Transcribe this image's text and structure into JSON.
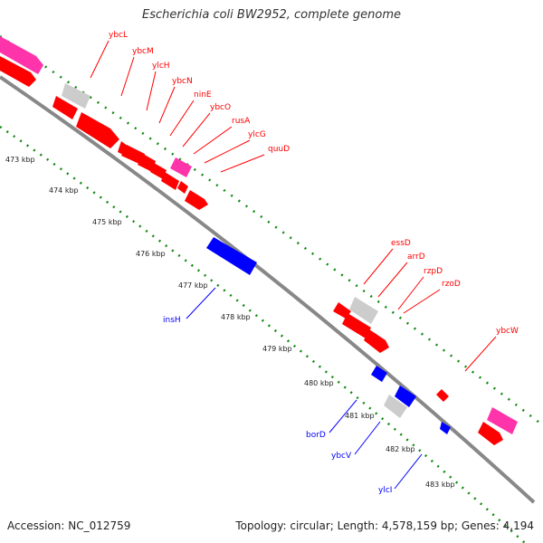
{
  "title": "Escherichia coli BW2952, complete genome",
  "footer": {
    "accession": "Accession: NC_012759",
    "stats": "Topology: circular; Length: 4,578,159 bp; Genes: 4,194"
  },
  "colors": {
    "forward_gene": "#ff0000",
    "reverse_gene": "#0000ff",
    "pink_gene": "#ff33aa",
    "grey_gene": "#cccccc",
    "backbone": "#888888",
    "tick": "#118811"
  },
  "kbp_labels": [
    "473 kbp",
    "474 kbp",
    "475 kbp",
    "476 kbp",
    "477 kbp",
    "478 kbp",
    "479 kbp",
    "480 kbp",
    "481 kbp",
    "482 kbp",
    "483 kbp"
  ],
  "forward_labels": [
    "ybcL",
    "ybcM",
    "ylcH",
    "ybcN",
    "ninE",
    "ybcO",
    "rusA",
    "ylcG",
    "quuD",
    "essD",
    "arrD",
    "rzpD",
    "rzoD",
    "ybcW"
  ],
  "reverse_labels": [
    "insH",
    "borD",
    "ybcV",
    "ylcI"
  ]
}
